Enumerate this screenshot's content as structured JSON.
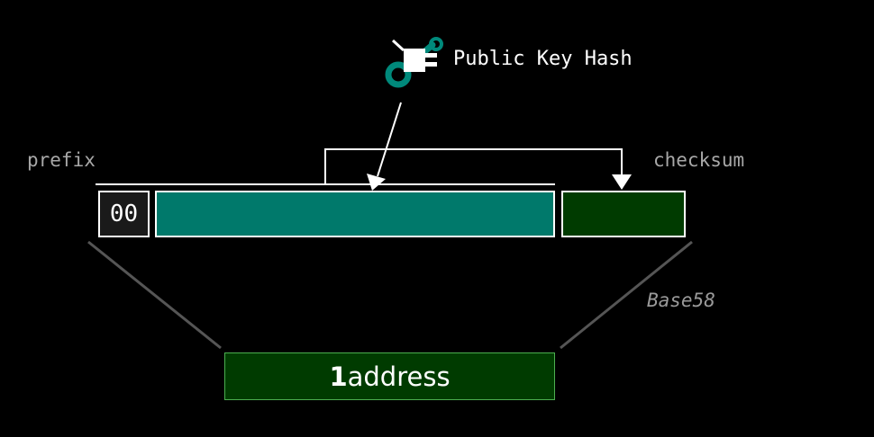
{
  "labels": {
    "prefix": "prefix",
    "checksum": "checksum",
    "public_key_hash": "Public Key Hash",
    "encoding": "Base58"
  },
  "prefix_value": "00",
  "address": {
    "leading": "1",
    "rest": "address"
  },
  "icons": {
    "public_key_hash_icon": "key-with-hash-box-icon"
  },
  "colors": {
    "background": "#000000",
    "prefix_fill": "#1a1a1a",
    "pkh_fill": "#00796b",
    "checksum_fill": "#003b00",
    "address_fill": "#003b00",
    "address_border": "#4caf50",
    "connector": "#555555",
    "key_teal": "#00897b"
  }
}
